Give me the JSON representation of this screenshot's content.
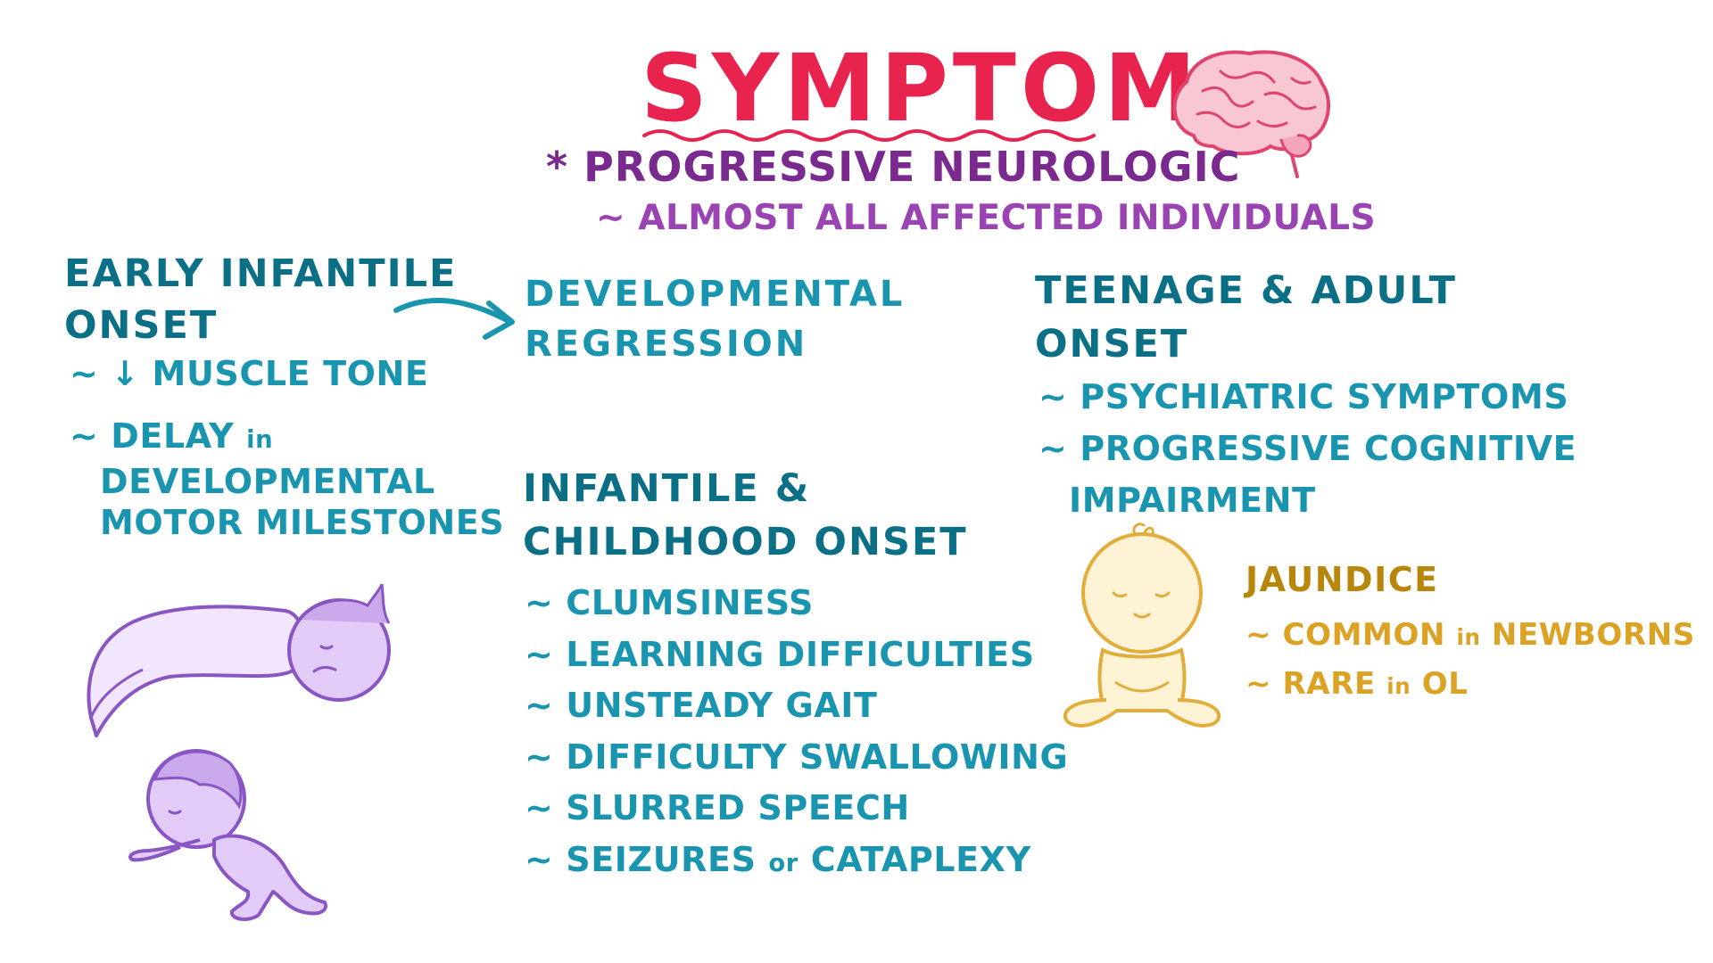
{
  "title": "Symptoms",
  "subtitle": {
    "bullet": "*",
    "text": "Progressive neurologic",
    "note": "~ Almost all affected individuals"
  },
  "early_infantile": {
    "heading_line1": "Early infantile",
    "heading_line2": "onset",
    "item1": "~ ↓ Muscle tone",
    "item2_part1": "~ Delay",
    "item2_small": "in",
    "item2_line2": "developmental",
    "item2_line3": "motor milestones"
  },
  "developmental_regression": {
    "line1": "Developmental",
    "line2": "regression"
  },
  "infantile_childhood": {
    "heading_line1": "Infantile &",
    "heading_line2": "childhood onset",
    "items": [
      "~ Clumsiness",
      "~ Learning difficulties",
      "~ Unsteady gait",
      "~ Difficulty swallowing",
      "~ Slurred speech"
    ],
    "last_item_part1": "~ Seizures",
    "last_item_small": "or",
    "last_item_part2": "cataplexy"
  },
  "teenage_adult": {
    "heading_line1": "Teenage & adult",
    "heading_line2": "onset",
    "item1": "~ Psychiatric symptoms",
    "item2_line1": "~ Progressive cognitive",
    "item2_line2": "impairment"
  },
  "jaundice": {
    "heading": "Jaundice",
    "item1_part1": "~ Common",
    "item1_small": "in",
    "item1_part2": "newborns",
    "item2_part1": "~ Rare",
    "item2_small": "in",
    "item2_part2": "OL"
  },
  "colors": {
    "title": "#e8244e",
    "subtitle": "#7a2a8e",
    "teal_heading": "#0b6f86",
    "teal_text": "#1995b0",
    "gold_heading": "#b8860b",
    "gold_text": "#dba223",
    "purple_illustration": "#c9a8ec"
  },
  "icons": [
    "brain-icon",
    "swaddled-baby-icon",
    "crawling-baby-icon",
    "sitting-baby-icon",
    "arrow-icon"
  ]
}
